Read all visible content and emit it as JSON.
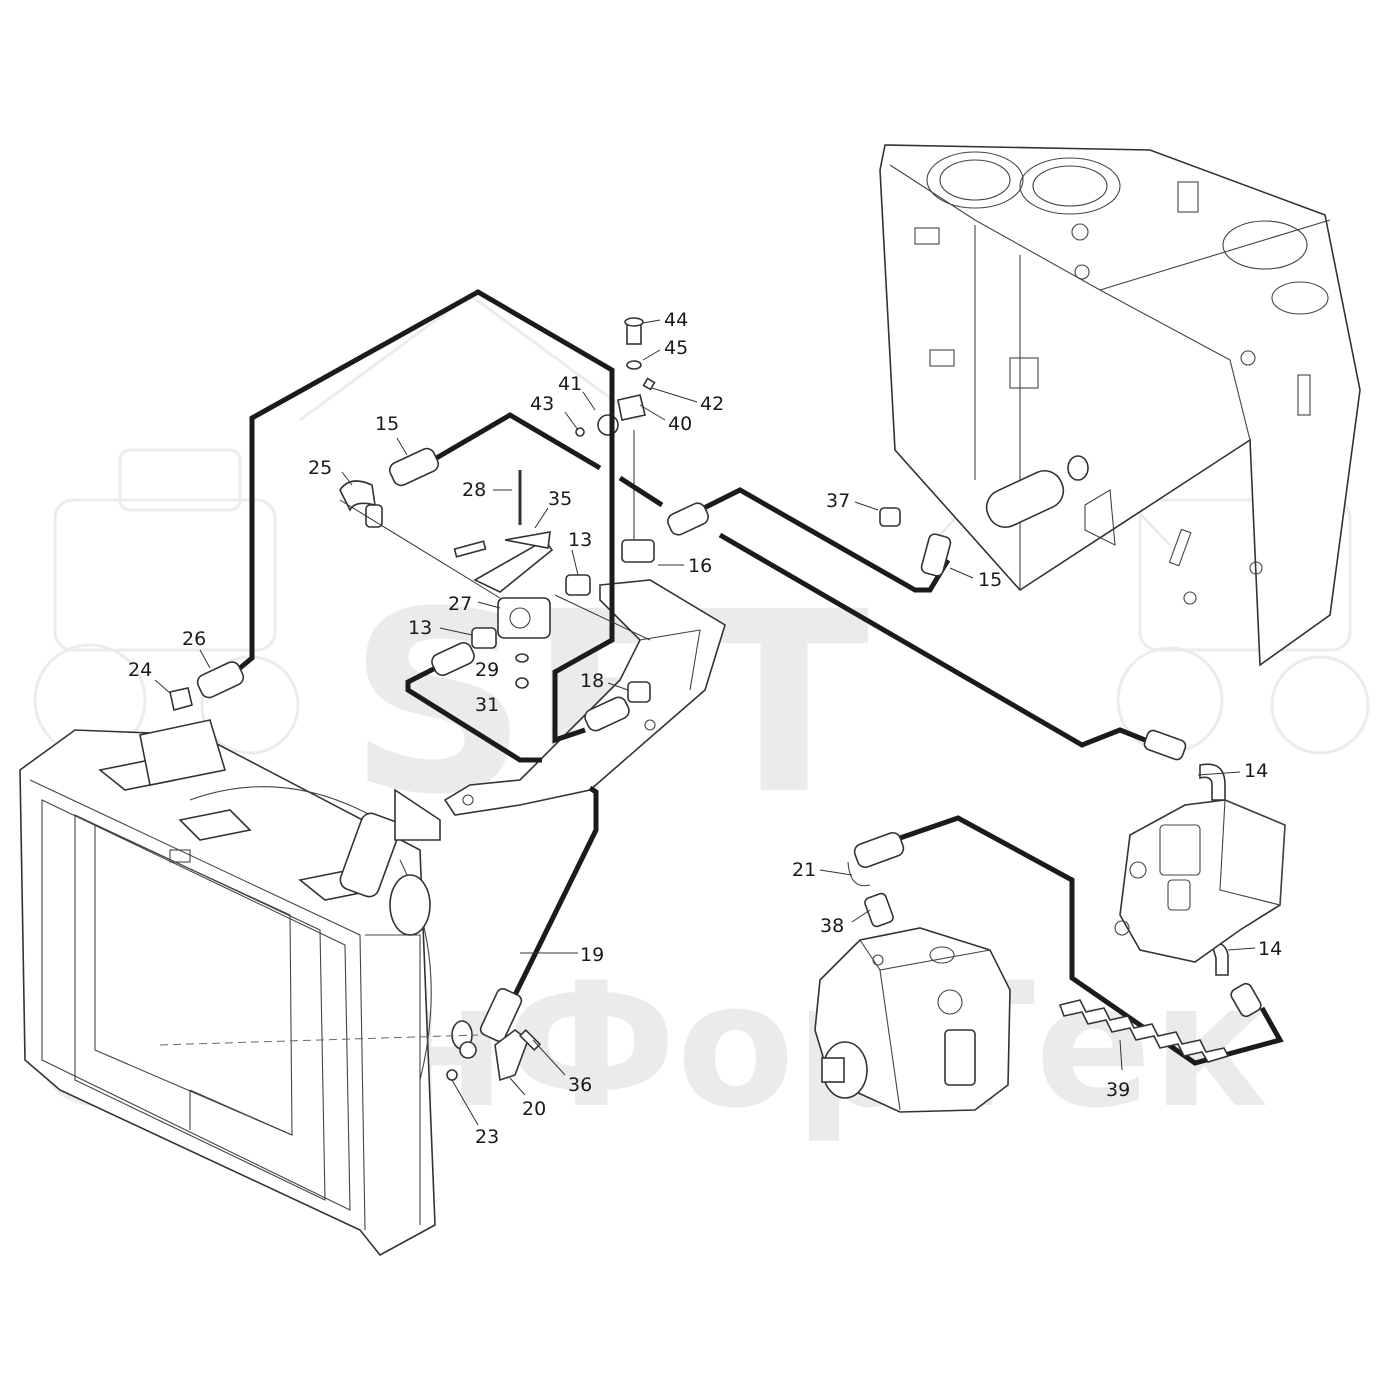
{
  "watermark": {
    "logo_text": "SFT",
    "brand_text": "СканФорТек",
    "color": "#ebebeb"
  },
  "callouts": [
    {
      "id": "c44",
      "label": "44"
    },
    {
      "id": "c45",
      "label": "45"
    },
    {
      "id": "c41",
      "label": "41"
    },
    {
      "id": "c42",
      "label": "42"
    },
    {
      "id": "c43",
      "label": "43"
    },
    {
      "id": "c40",
      "label": "40"
    },
    {
      "id": "c15a",
      "label": "15"
    },
    {
      "id": "c25",
      "label": "25"
    },
    {
      "id": "c28",
      "label": "28"
    },
    {
      "id": "c35",
      "label": "35"
    },
    {
      "id": "c13a",
      "label": "13"
    },
    {
      "id": "c16",
      "label": "16"
    },
    {
      "id": "c37",
      "label": "37"
    },
    {
      "id": "c15b",
      "label": "15"
    },
    {
      "id": "c27",
      "label": "27"
    },
    {
      "id": "c13b",
      "label": "13"
    },
    {
      "id": "c26",
      "label": "26"
    },
    {
      "id": "c29",
      "label": "29"
    },
    {
      "id": "c24",
      "label": "24"
    },
    {
      "id": "c18",
      "label": "18"
    },
    {
      "id": "c31",
      "label": "31"
    },
    {
      "id": "c14a",
      "label": "14"
    },
    {
      "id": "c21",
      "label": "21"
    },
    {
      "id": "c38",
      "label": "38"
    },
    {
      "id": "c14b",
      "label": "14"
    },
    {
      "id": "c19",
      "label": "19"
    },
    {
      "id": "c36",
      "label": "36"
    },
    {
      "id": "c20",
      "label": "20"
    },
    {
      "id": "c23",
      "label": "23"
    },
    {
      "id": "c39",
      "label": "39"
    }
  ]
}
